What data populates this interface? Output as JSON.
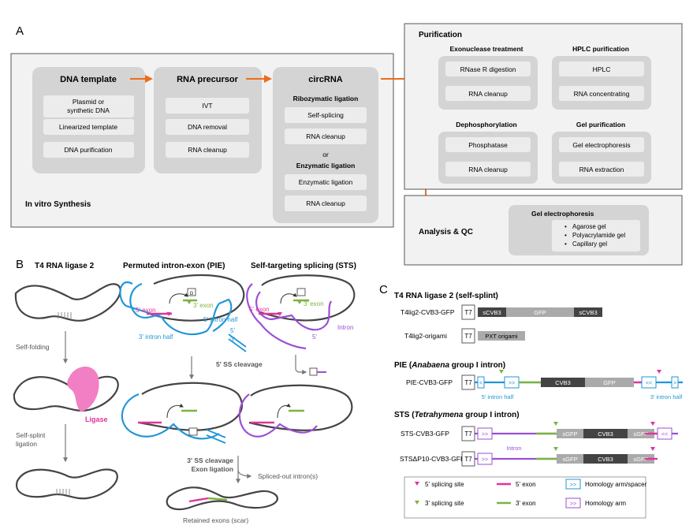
{
  "panelA": {
    "letter": "A",
    "synthesis_label": "In vitro Synthesis",
    "dna": {
      "title": "DNA template",
      "steps": [
        "Plasmid or",
        "synthetic DNA",
        "Linearized template",
        "DNA purification"
      ]
    },
    "precursor": {
      "title": "RNA precursor",
      "steps": [
        "IVT",
        "DNA removal",
        "RNA cleanup"
      ]
    },
    "circ": {
      "title": "circRNA",
      "ribo": "Ribozymatic ligation",
      "ribo_steps": [
        "Self-splicing",
        "RNA cleanup"
      ],
      "or": "or",
      "enz": "Enzymatic ligation",
      "enz_steps": [
        "Enzymatic ligation",
        "RNA cleanup"
      ]
    },
    "purification": {
      "title": "Purification",
      "exo": {
        "title": "Exonuclease treatment",
        "steps": [
          "RNase R digestion",
          "RNA cleanup"
        ]
      },
      "hplc": {
        "title": "HPLC purification",
        "steps": [
          "HPLC",
          "RNA concentrating"
        ]
      },
      "dephos": {
        "title": "Dephosphorylation",
        "steps": [
          "Phosphatase",
          "RNA cleanup"
        ]
      },
      "gel": {
        "title": "Gel purification",
        "steps": [
          "Gel electrophoresis",
          "RNA extraction"
        ]
      }
    },
    "qc": {
      "title": "Analysis & QC",
      "gel_title": "Gel electrophoresis",
      "items": [
        "Agarose gel",
        "Polyacrylamide gel",
        "Capillary gel"
      ]
    }
  },
  "panelB": {
    "letter": "B",
    "t4": {
      "title": "T4 RNA ligase 2",
      "fold": "Self-folding",
      "ligase": "Ligase",
      "splint1": "Self-splint",
      "splint2": "ligation"
    },
    "pie": {
      "title": "Permuted intron-exon (PIE)",
      "g": "G",
      "exon3": "3' exon",
      "exon5": "5' exon",
      "intron5": "5' intron half",
      "intron3": "3' intron half",
      "p5": "5'",
      "p3": "3'",
      "ss5": "5' SS cleavage",
      "ss3": "3' SS cleavage",
      "exlig": "Exon ligation",
      "spliced": "Spliced-out intron(s)",
      "retained": "Retained exons (scar)"
    },
    "sts": {
      "title": "Self-targeting splicing (STS)",
      "exon3": "3' exon",
      "exon5": "5' exon",
      "intron": "Intron",
      "p5": "5'"
    }
  },
  "panelC": {
    "letter": "C",
    "t4_section": "T4 RNA ligase 2 (self-splint)",
    "pie_section_pre": "PIE (",
    "pie_section_it": "Anabaena",
    "pie_section_post": " group I intron)",
    "sts_section_pre": "STS (",
    "sts_section_it": "Tetrahymena",
    "sts_section_post": " group I intron)",
    "constructs": {
      "t4cvb3": {
        "name": "T4lig2-CVB3-GFP",
        "t7": "T7",
        "s1": "sCVB3",
        "gfp": "GFP",
        "s2": "sCVB3"
      },
      "t4orig": {
        "name": "T4lig2-origami",
        "t7": "T7",
        "pxt": "PXT origami"
      },
      "pie": {
        "name": "PIE-CVB3-GFP",
        "t7": "T7",
        "lt": "<",
        "gtgt": ">>",
        "cvb3": "CVB3",
        "gfp": "GFP",
        "ltlt": "<<",
        "gt": ">",
        "i5": "5' intron half",
        "i3": "3' intron half"
      },
      "sts": {
        "name": "STS-CVB3-GFP",
        "t7": "T7",
        "gtgt": ">>",
        "sgfp1": "sGFP",
        "cvb3": "CVB3",
        "sgfp2": "sGFP",
        "ltlt": "<<",
        "intron": "Intron"
      },
      "stsd": {
        "name": "STSΔP10-CVB3-GFP",
        "t7": "T7",
        "gtgt": ">>",
        "sgfp1": "sGFP",
        "cvb3": "CVB3",
        "sgfp2": "sGFP"
      }
    },
    "legend": {
      "ss5": "5' splicing site",
      "exon5": "5' exon",
      "homspacer": "Homology arm/spacer",
      "ss3": "3' splicing site",
      "exon3": "3' exon",
      "hom": "Homology arm",
      "icon_gtgt": ">>"
    }
  },
  "colors": {
    "arrow_orange": "#ef6c1b",
    "magenta": "#e0339e",
    "green": "#7cb342",
    "blue": "#2196d9",
    "purple": "#9b4fd6",
    "ligase_pink": "#f27fc4",
    "box_gray": "#e7e7e7",
    "card_gray": "#d4d4d4"
  }
}
